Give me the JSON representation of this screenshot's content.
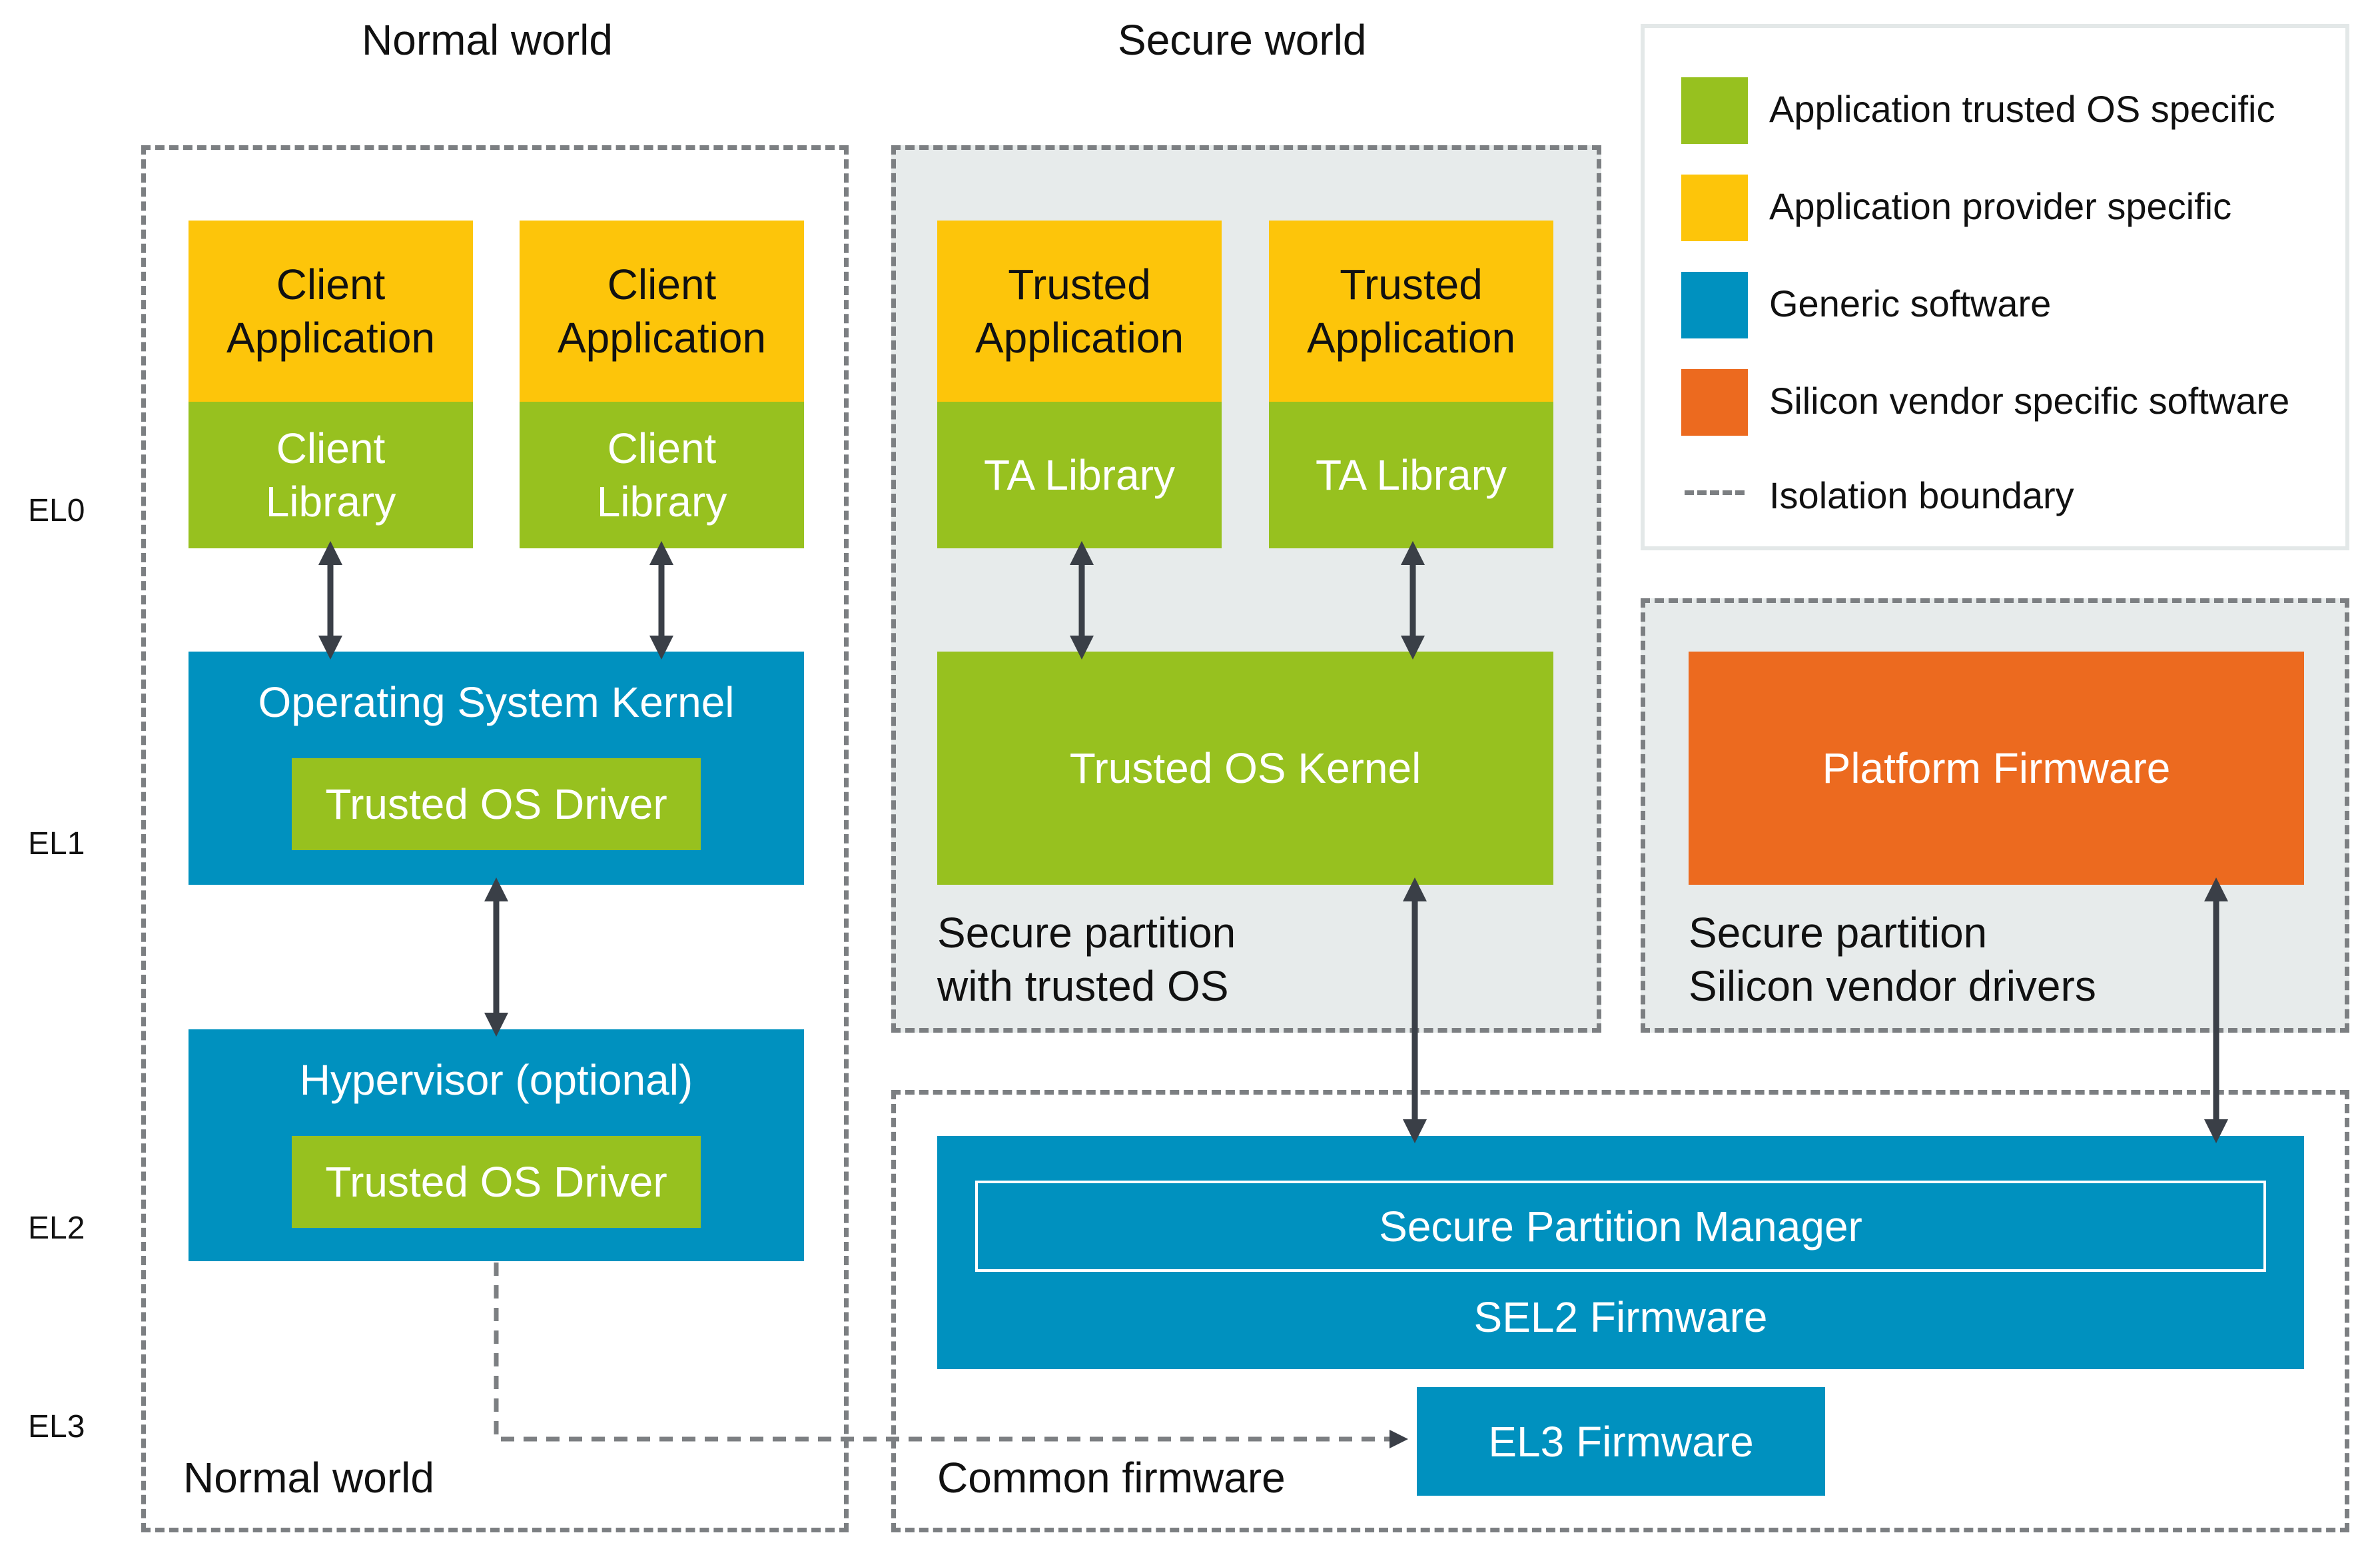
{
  "headers": {
    "normal_world": "Normal world",
    "secure_world": "Secure world"
  },
  "exception_levels": [
    "EL0",
    "EL1",
    "EL2",
    "EL3"
  ],
  "legend": {
    "items": [
      {
        "label": "Application trusted OS specific",
        "color": "#97c11f"
      },
      {
        "label": "Application provider specific",
        "color": "#fdc50a"
      },
      {
        "label": "Generic software",
        "color": "#0091bf"
      },
      {
        "label": "Silicon vendor specific software",
        "color": "#ec6a1f"
      }
    ],
    "isolation_label": "Isolation boundary"
  },
  "normal": {
    "client_app_1": "Client\nApplication",
    "client_lib_1": "Client\nLibrary",
    "client_app_2": "Client\nApplication",
    "client_lib_2": "Client\nLibrary",
    "os_kernel": "Operating System Kernel",
    "os_driver": "Trusted OS Driver",
    "hypervisor": "Hypervisor (optional)",
    "hyp_driver": "Trusted OS Driver",
    "region_label": "Normal world"
  },
  "secure": {
    "trusted_app_1": "Trusted\nApplication",
    "ta_lib_1": "TA Library",
    "trusted_app_2": "Trusted\nApplication",
    "ta_lib_2": "TA Library",
    "tos_kernel": "Trusted OS Kernel",
    "partition_tos_label": "Secure partition\nwith trusted OS",
    "platform_fw": "Platform Firmware",
    "partition_vendor_label": "Secure partition\nSilicon vendor drivers"
  },
  "common": {
    "spm": "Secure Partition Manager",
    "sel2": "SEL2 Firmware",
    "el3fw": "EL3 Firmware",
    "region_label": "Common firmware"
  },
  "colors": {
    "green": "#97c11f",
    "yellow": "#fdc50a",
    "blue": "#0091bf",
    "orange": "#ec6a1f",
    "partition_grey": "#e7ebeb",
    "dash": "#7c7f82",
    "arrow": "#3a3f47"
  }
}
